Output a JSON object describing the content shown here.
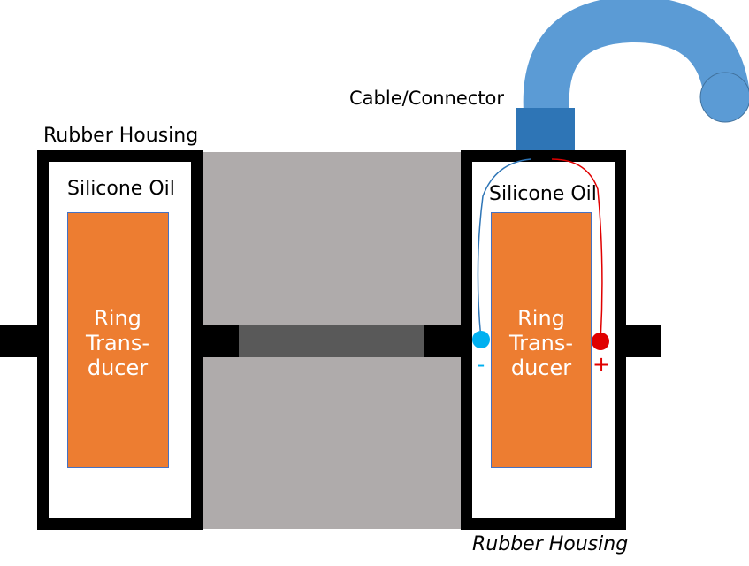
{
  "labels": {
    "left_housing": "Rubber Housing",
    "right_housing": "Rubber Housing",
    "left_oil": "Silicone Oil",
    "right_oil": "Silicone Oil",
    "cable": "Cable/Connector"
  },
  "transducers": {
    "left": {
      "line1": "Ring",
      "line2": "Trans-",
      "line3": "ducer"
    },
    "right": {
      "line1": "Ring",
      "line2": "Trans-",
      "line3": "ducer"
    }
  },
  "terminals": {
    "negative": {
      "sign": "-",
      "color": "#00B0F0"
    },
    "positive": {
      "sign": "+",
      "color": "#E00000"
    }
  },
  "colors": {
    "housing_frame": "#000000",
    "oil_fill": "#ffffff",
    "transducer": "#ED7D31",
    "transducer_edge": "#4472C4",
    "spacer": "#AFABAB",
    "rod": "#595959",
    "cable": "#5B9BD5",
    "connector": "#2E75B6",
    "wire_negative": "#2E75B6",
    "wire_positive": "#E00000"
  }
}
